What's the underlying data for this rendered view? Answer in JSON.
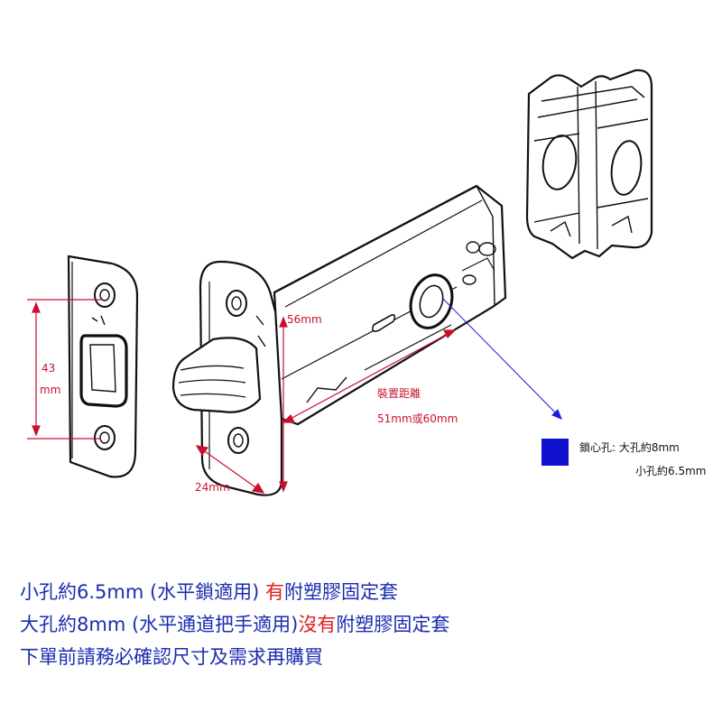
{
  "labels": {
    "height_43": "43",
    "height_unit": "mm",
    "depth_56": "56mm",
    "width_24": "24mm",
    "backset_title": "裝置距離",
    "backset_values": "51mm或60mm",
    "hole_title": "鎖心孔: 大孔約8mm",
    "hole_small": "小孔約6.5mm"
  },
  "notes": {
    "line1_prefix": "小孔約6.5mm (水平鎖適用) ",
    "line1_highlight": "有",
    "line1_suffix": "附塑膠固定套",
    "line2_prefix": "大孔約8mm (水平通道把手適用)",
    "line2_highlight": "沒有",
    "line2_suffix": "附塑膠固定套",
    "line3": "下單前請務必確認尺寸及需求再購買"
  },
  "colors": {
    "dimension_red": "#c8102e",
    "pointer_blue": "#1a1ad8",
    "note_blue": "#1a2db0",
    "highlight_red": "#e01b1b"
  }
}
